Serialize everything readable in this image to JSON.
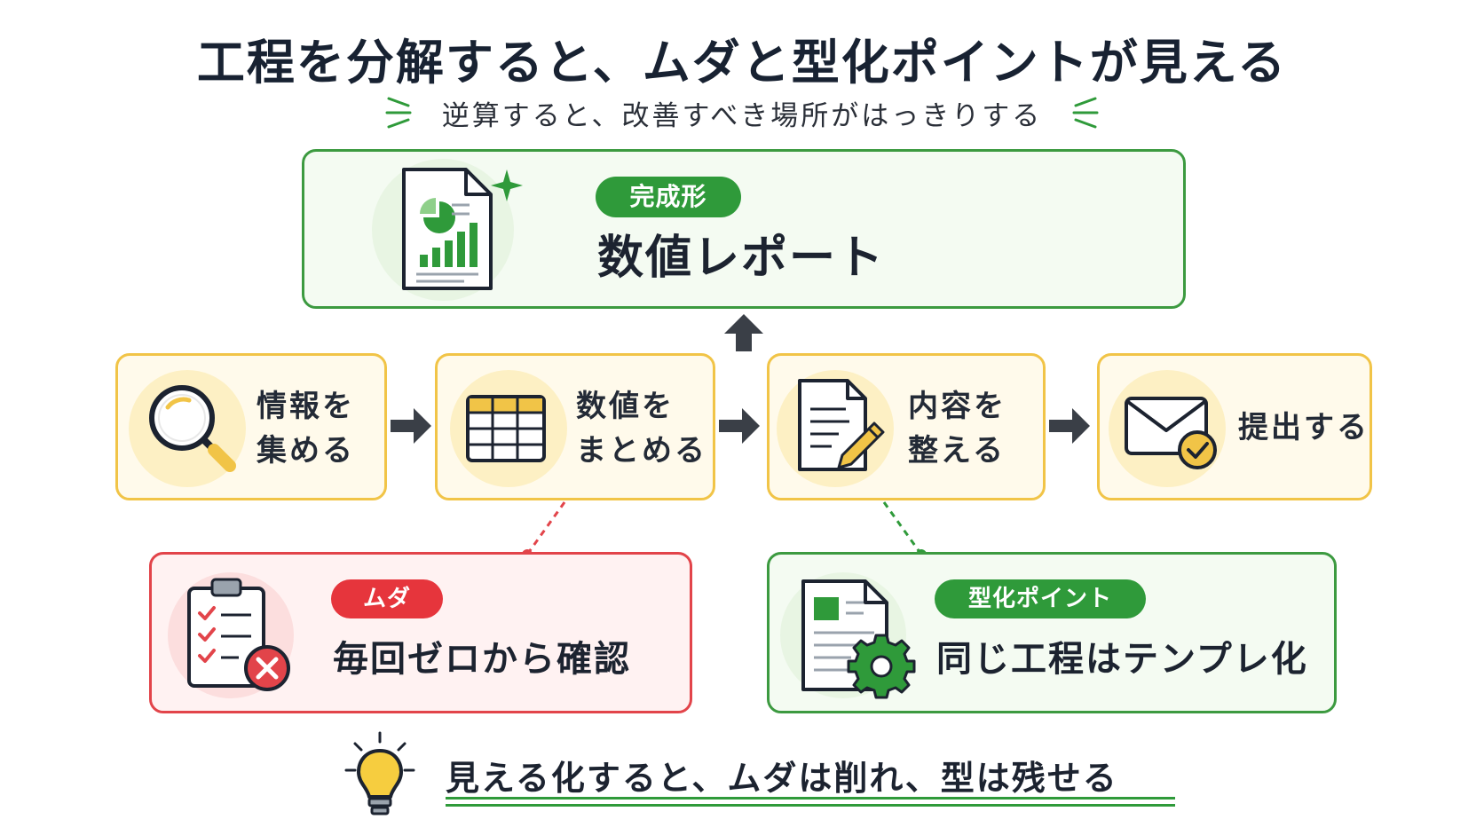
{
  "header": {
    "title": "工程を分解すると、ムダと型化ポイントが見える",
    "subtitle": "逆算すると、改善すべき場所がはっきりする"
  },
  "goal": {
    "badge": "完成形",
    "label": "数値レポート",
    "icon": "report-chart-icon"
  },
  "steps": [
    {
      "label_line1": "情報を",
      "label_line2": "集める",
      "icon": "magnifier-icon"
    },
    {
      "label_line1": "数値を",
      "label_line2": "まとめる",
      "icon": "spreadsheet-icon"
    },
    {
      "label_line1": "内容を",
      "label_line2": "整える",
      "icon": "document-pencil-icon"
    },
    {
      "label_line1": "提出する",
      "label_line2": "",
      "icon": "envelope-check-icon"
    }
  ],
  "waste": {
    "badge": "ムダ",
    "label": "毎回ゼロから確認",
    "icon": "clipboard-x-icon"
  },
  "template_point": {
    "badge": "型化ポイント",
    "label": "同じ工程はテンプレ化",
    "icon": "document-gear-icon"
  },
  "footer": {
    "message": "見える化すると、ムダは削れ、型は残せる",
    "icon": "lightbulb-icon"
  },
  "colors": {
    "green": "#2f9a3a",
    "yellow": "#f1c447",
    "red": "#e2444a",
    "arrow": "#3a3f47"
  }
}
